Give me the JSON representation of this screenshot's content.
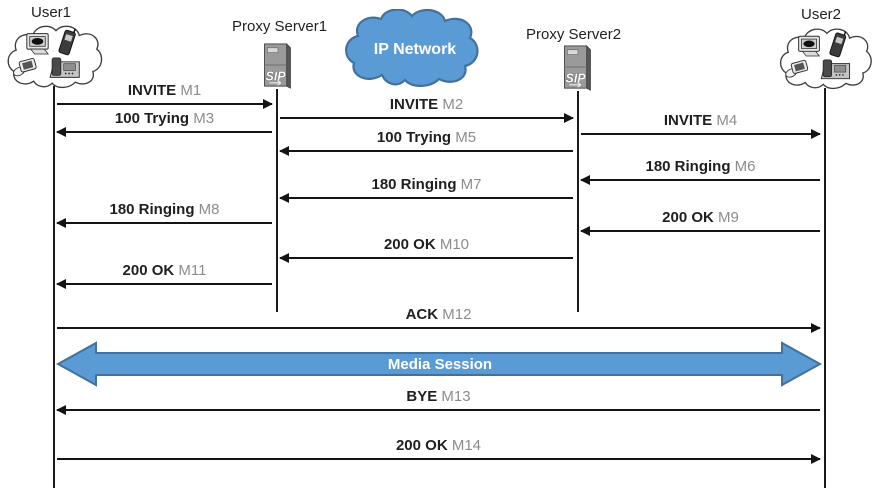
{
  "diagram": {
    "actors": [
      {
        "label": "User1",
        "icon": "user-devices-cloud-icon"
      },
      {
        "label": "Proxy Server1",
        "icon": "sip-server-icon"
      },
      {
        "label": "IP Network",
        "icon": "network-cloud-icon"
      },
      {
        "label": "Proxy Server2",
        "icon": "sip-server-icon"
      },
      {
        "label": "User2",
        "icon": "user-devices-cloud-icon"
      }
    ],
    "server_icon_text": "SIP",
    "messages": [
      {
        "name": "INVITE",
        "id": "M1",
        "from": "User1",
        "to": "Proxy Server1"
      },
      {
        "name": "INVITE",
        "id": "M2",
        "from": "Proxy Server1",
        "to": "Proxy Server2"
      },
      {
        "name": "100 Trying",
        "id": "M3",
        "from": "Proxy Server1",
        "to": "User1"
      },
      {
        "name": "INVITE",
        "id": "M4",
        "from": "Proxy Server2",
        "to": "User2"
      },
      {
        "name": "100 Trying",
        "id": "M5",
        "from": "Proxy Server2",
        "to": "Proxy Server1"
      },
      {
        "name": "180 Ringing",
        "id": "M6",
        "from": "User2",
        "to": "Proxy Server2"
      },
      {
        "name": "180 Ringing",
        "id": "M7",
        "from": "Proxy Server2",
        "to": "Proxy Server1"
      },
      {
        "name": "180 Ringing",
        "id": "M8",
        "from": "Proxy Server1",
        "to": "User1"
      },
      {
        "name": "200 OK",
        "id": "M9",
        "from": "User2",
        "to": "Proxy Server2"
      },
      {
        "name": "200 OK",
        "id": "M10",
        "from": "Proxy Server2",
        "to": "Proxy Server1"
      },
      {
        "name": "200 OK",
        "id": "M11",
        "from": "Proxy Server1",
        "to": "User1"
      },
      {
        "name": "ACK",
        "id": "M12",
        "from": "User1",
        "to": "User2"
      },
      {
        "name": "BYE",
        "id": "M13",
        "from": "User2",
        "to": "User1"
      },
      {
        "name": "200 OK",
        "id": "M14",
        "from": "User1",
        "to": "User2"
      }
    ],
    "media_session": {
      "label": "Media Session"
    },
    "colors": {
      "cloud_fill": "#5B9BD5",
      "cloud_border": "#41719C",
      "media_fill": "#5B9BD5",
      "media_border": "#41719C",
      "message_name": "#1f1f1f",
      "message_id": "#8c8c8c",
      "line": "#141414"
    }
  }
}
